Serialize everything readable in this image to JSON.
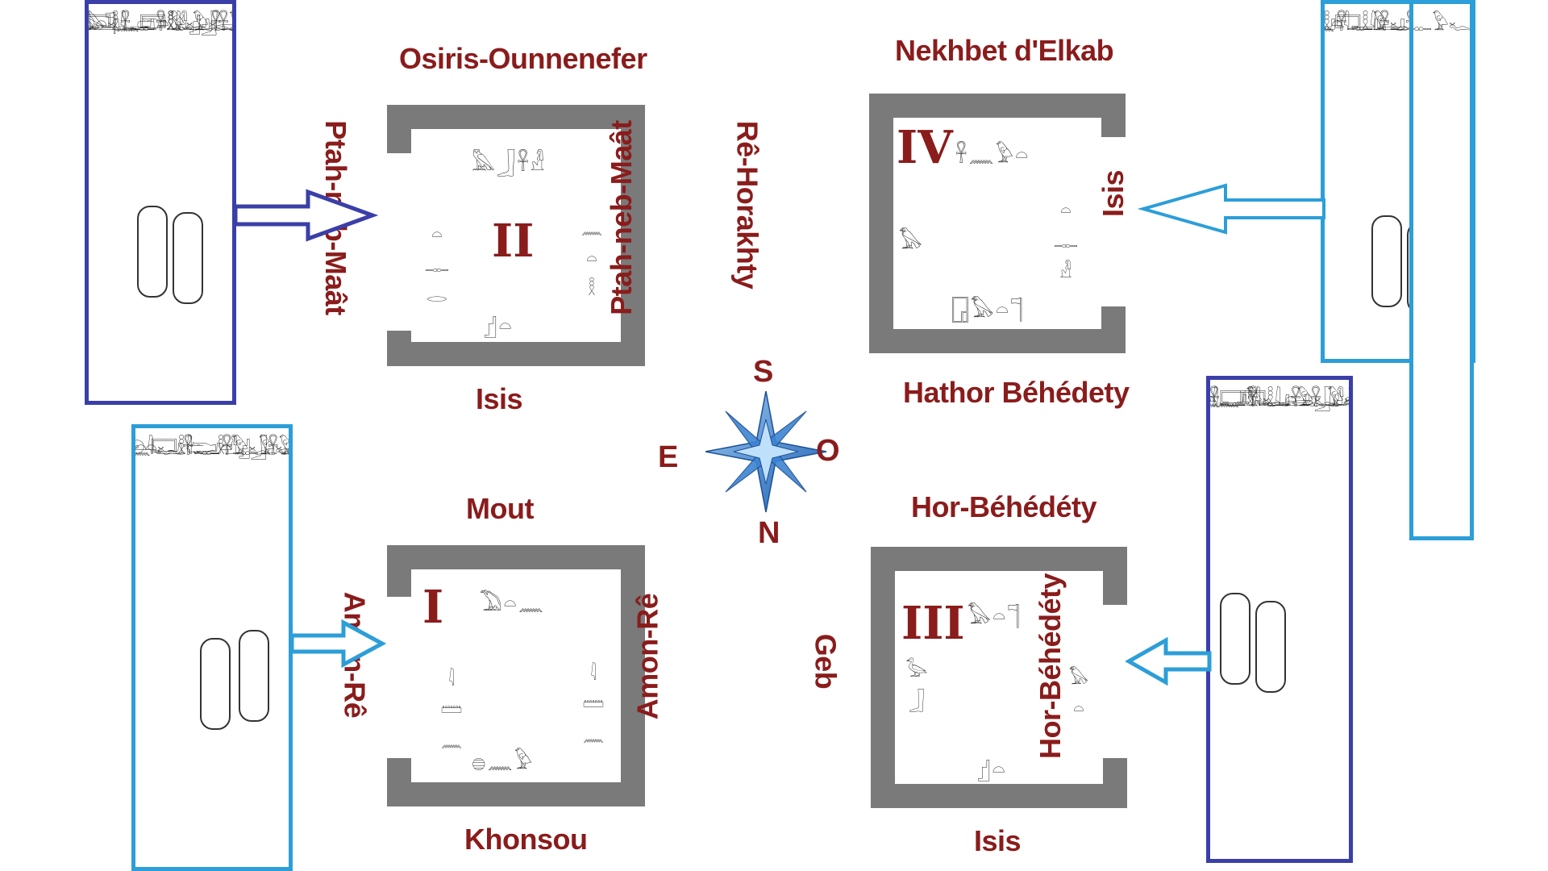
{
  "rooms": {
    "r2": {
      "numeral": "II",
      "top": "Osiris-Ounnenefer",
      "left": "Ptah-neb-Maât",
      "right": "Ptah-neb-Maât",
      "bottom": "Isis"
    },
    "r4": {
      "numeral": "IV",
      "top": "Nekhbet d'Elkab",
      "left": "Rê-Horakhty",
      "right": "Isis",
      "bottom": "Hathor Béhédety"
    },
    "r1": {
      "numeral": "I",
      "top": "Mout",
      "left": "Amon-Rê",
      "right": "Amon-Rê",
      "bottom": "Khonsou"
    },
    "r3": {
      "numeral": "III",
      "top": "Hor-Béhédéty",
      "left": "Geb",
      "right": "Hor-Béhédéty",
      "bottom": "Isis"
    }
  },
  "compass": {
    "north": "N",
    "south": "S",
    "east": "E",
    "west": "O"
  },
  "colors": {
    "label": "#8a1c1c",
    "wall": "#7a7a7a",
    "panel_dark": "#3a3fa8",
    "panel_light": "#2c9ed8",
    "star": "#2a6fc4"
  },
  "icons": [
    "hieroglyph-panel",
    "arrow-right",
    "arrow-left",
    "compass-star"
  ]
}
